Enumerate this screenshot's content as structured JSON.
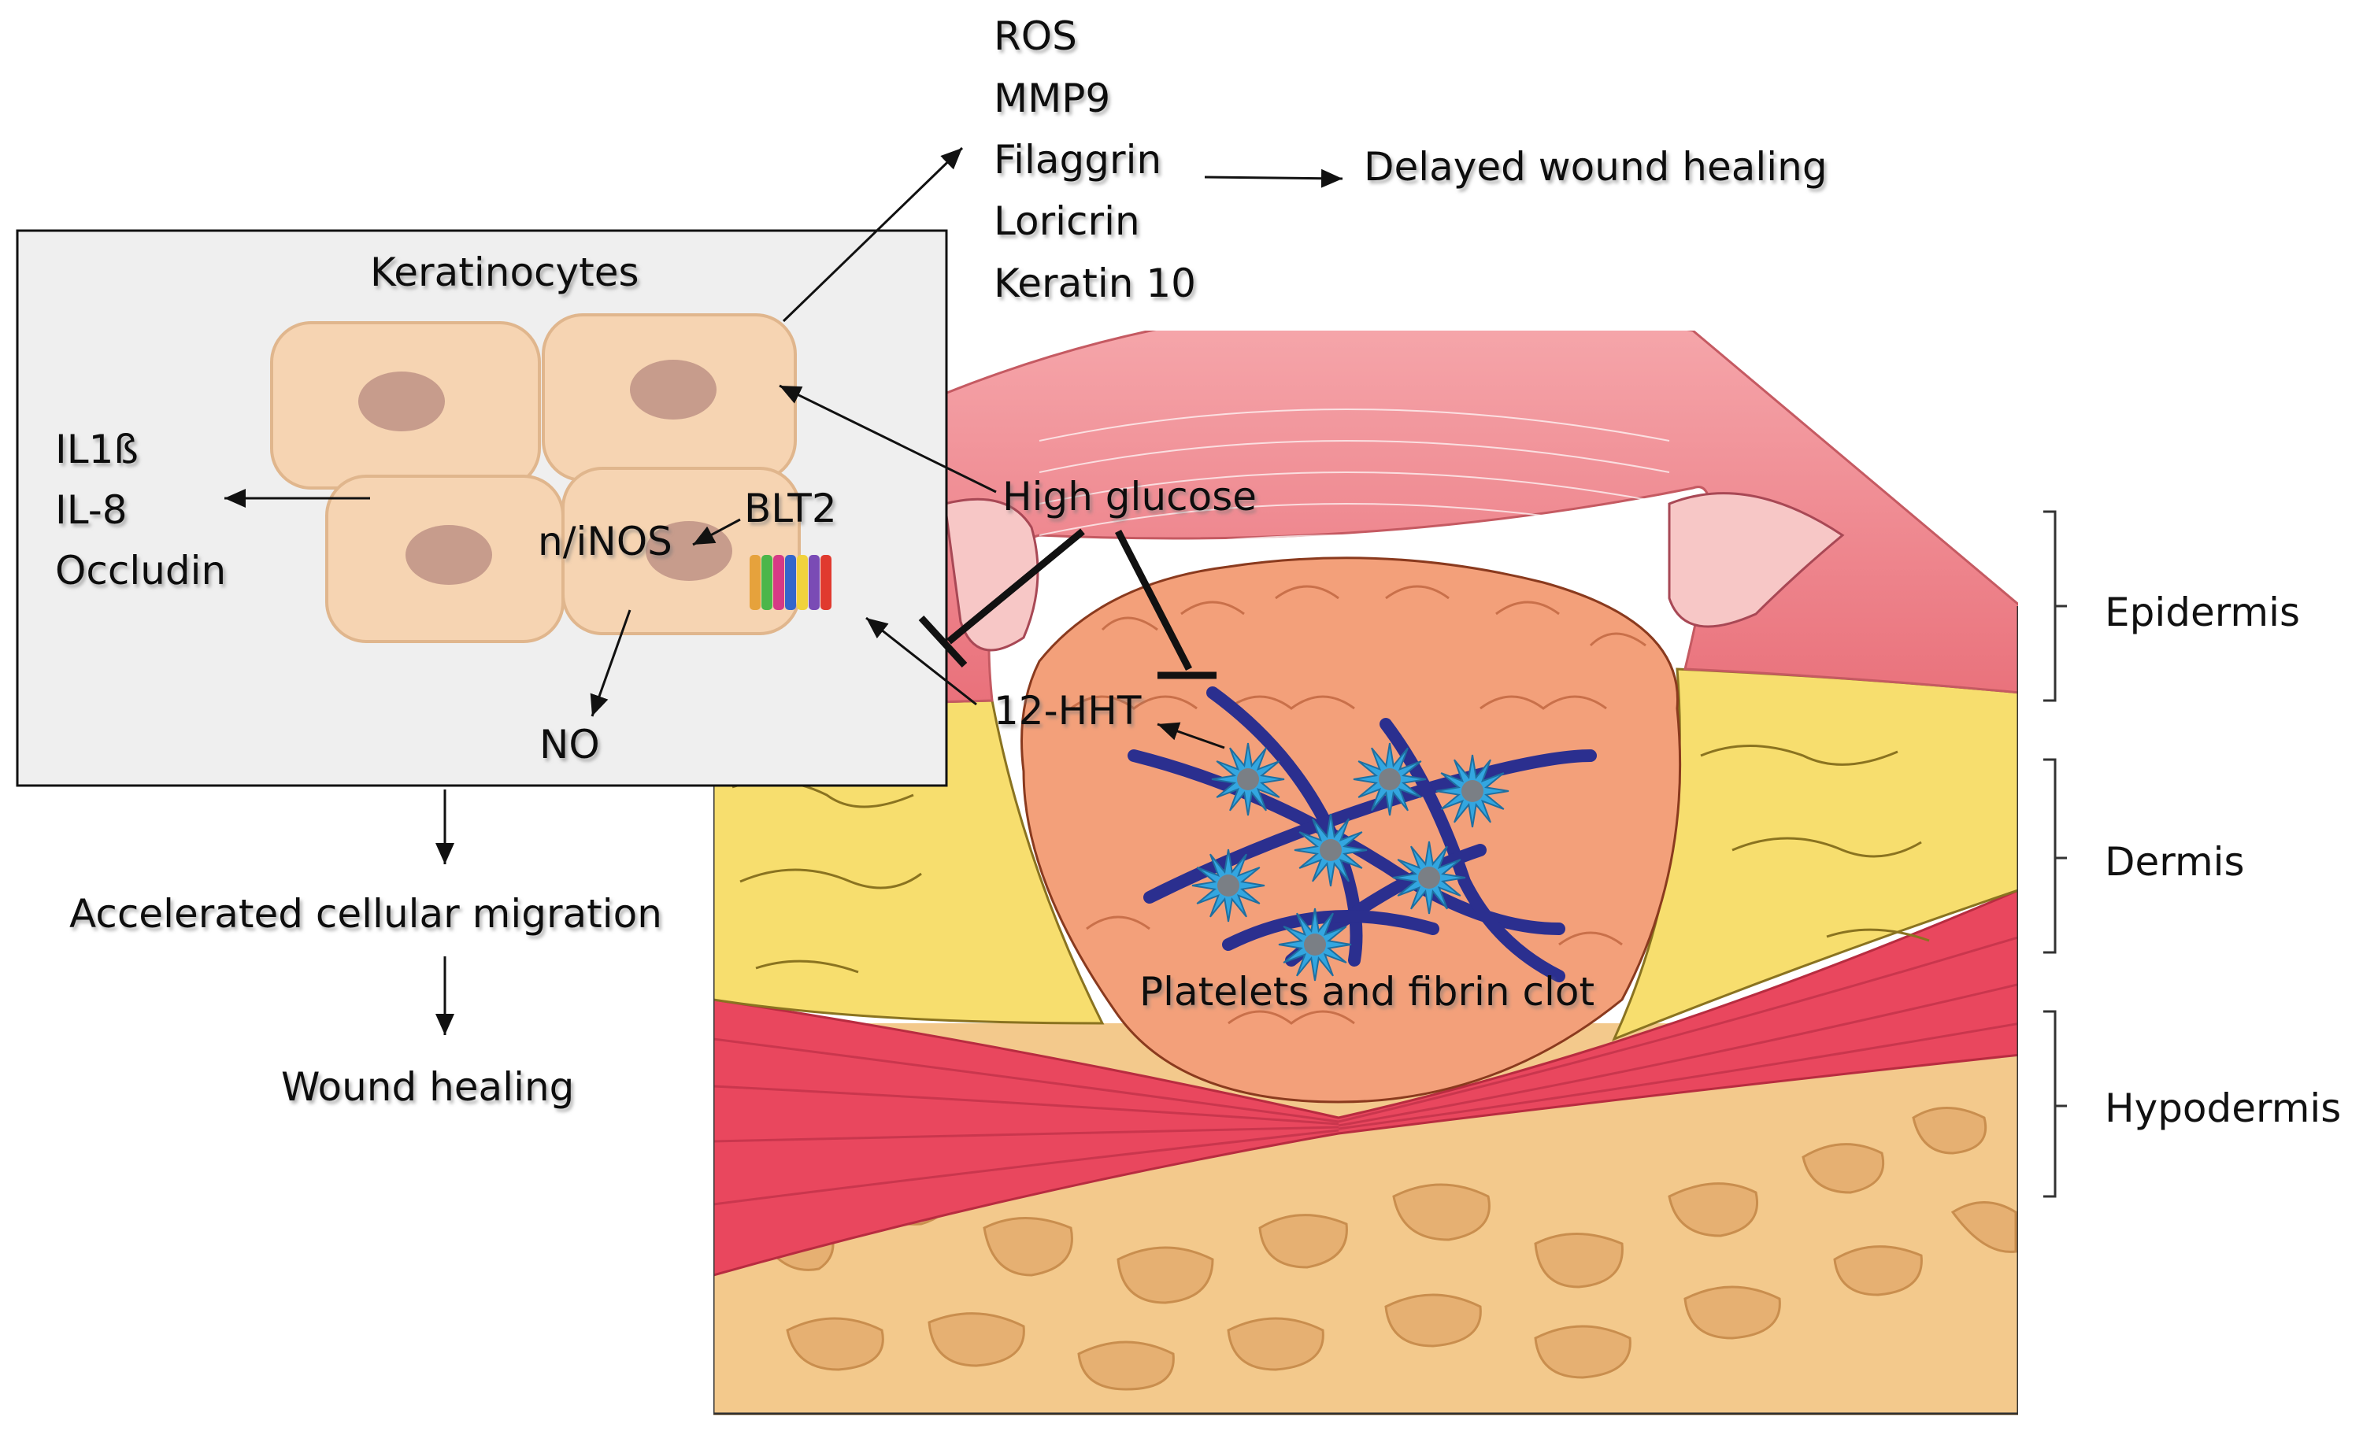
{
  "keratinocyte_box": {
    "title": "Keratinocytes",
    "left_outputs": [
      "IL1ß",
      "IL-8",
      "Occludin"
    ],
    "no_label": "n/iNOS",
    "receptor_label": "BLT2",
    "no_product": "NO"
  },
  "top_outputs": {
    "items": [
      "ROS",
      "MMP9",
      "Filaggrin",
      "Loricrin",
      "Keratin 10"
    ],
    "outcome": "Delayed wound healing"
  },
  "wound": {
    "trigger": "High glucose",
    "mediator": "12-HHT",
    "clot_label": "Platelets and fibrin clot"
  },
  "downstream": {
    "step1": "Accelerated cellular migration",
    "step2": "Wound healing"
  },
  "skin_layers": [
    "Epidermis",
    "Dermis",
    "Hypodermis"
  ],
  "colors": {
    "box_fill": "#efefef",
    "cell_fill": "#f6d4b2",
    "nucleus": "#c79c8c",
    "epidermis": "#ef8c90",
    "dermis_fat": "#f7de6e",
    "hypodermis_muscle": "#e9475e",
    "bone": "#f3c98c",
    "clot_tissue": "#f3a07a",
    "fibrin": "#2b2f8f",
    "platelet": "#33a6e0"
  }
}
